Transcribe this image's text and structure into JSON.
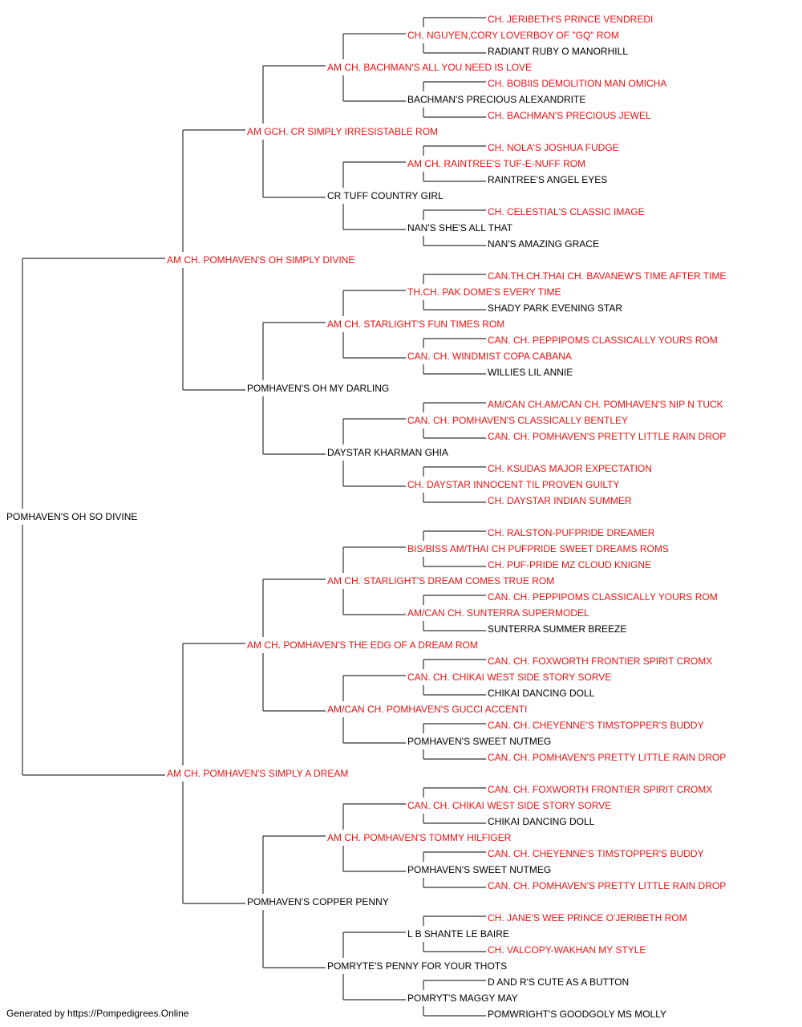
{
  "colors": {
    "champion": "#ee1111",
    "normal": "#000000",
    "line": "#333333"
  },
  "footer": "Generated by https://Pompedigrees.Online",
  "tree": {
    "name": "POMHAVEN'S OH SO DIVINE",
    "champion": false,
    "sire": {
      "name": "AM CH. POMHAVEN'S OH SIMPLY DIVINE",
      "champion": true,
      "sire": {
        "name": "AM GCH. CR SIMPLY IRRESISTABLE ROM",
        "champion": true,
        "sire": {
          "name": "AM CH. BACHMAN'S ALL YOU NEED IS LOVE",
          "champion": true,
          "sire": {
            "name": "CH. NGUYEN,CORY LOVERBOY OF \"GQ\" ROM",
            "champion": true,
            "sire": {
              "name": "CH. JERIBETH'S PRINCE VENDREDI",
              "champion": true
            },
            "dam": {
              "name": "RADIANT RUBY O MANORHILL",
              "champion": false
            }
          },
          "dam": {
            "name": "BACHMAN'S PRECIOUS ALEXANDRITE",
            "champion": false,
            "sire": {
              "name": "CH. BOBIIS DEMOLITION MAN OMICHA",
              "champion": true
            },
            "dam": {
              "name": "CH. BACHMAN'S PRECIOUS JEWEL",
              "champion": true
            }
          }
        },
        "dam": {
          "name": "CR TUFF COUNTRY GIRL",
          "champion": false,
          "sire": {
            "name": "AM CH. RAINTREE'S TUF-E-NUFF ROM",
            "champion": true,
            "sire": {
              "name": "CH. NOLA'S JOSHUA FUDGE",
              "champion": true
            },
            "dam": {
              "name": "RAINTREE'S ANGEL EYES",
              "champion": false
            }
          },
          "dam": {
            "name": "NAN'S SHE'S ALL THAT",
            "champion": false,
            "sire": {
              "name": "CH. CELESTIAL'S CLASSIC IMAGE",
              "champion": true
            },
            "dam": {
              "name": "NAN'S AMAZING GRACE",
              "champion": false
            }
          }
        }
      },
      "dam": {
        "name": "POMHAVEN'S OH MY DARLING",
        "champion": false,
        "sire": {
          "name": "AM CH. STARLIGHT'S FUN TIMES ROM",
          "champion": true,
          "sire": {
            "name": "TH.CH. PAK DOME'S EVERY TIME",
            "champion": true,
            "sire": {
              "name": "CAN.TH.CH.THAI CH. BAVANEW'S TIME AFTER TIME",
              "champion": true
            },
            "dam": {
              "name": "SHADY PARK EVENING STAR",
              "champion": false
            }
          },
          "dam": {
            "name": "CAN. CH. WINDMIST COPA CABANA",
            "champion": true,
            "sire": {
              "name": "CAN. CH. PEPPIPOMS CLASSICALLY YOURS ROM",
              "champion": true
            },
            "dam": {
              "name": "WILLIES LIL ANNIE",
              "champion": false
            }
          }
        },
        "dam": {
          "name": "DAYSTAR KHARMAN GHIA",
          "champion": false,
          "sire": {
            "name": "CAN. CH. POMHAVEN'S CLASSICALLY BENTLEY",
            "champion": true,
            "sire": {
              "name": "AM/CAN CH.AM/CAN CH. POMHAVEN'S NIP N TUCK",
              "champion": true
            },
            "dam": {
              "name": "CAN. CH. POMHAVEN'S PRETTY LITTLE RAIN DROP",
              "champion": true
            }
          },
          "dam": {
            "name": "CH. DAYSTAR INNOCENT TIL PROVEN GUILTY",
            "champion": true,
            "sire": {
              "name": "CH. KSUDAS MAJOR EXPECTATION",
              "champion": true
            },
            "dam": {
              "name": "CH. DAYSTAR INDIAN SUMMER",
              "champion": true
            }
          }
        }
      }
    },
    "dam": {
      "name": "AM CH. POMHAVEN'S SIMPLY A DREAM",
      "champion": true,
      "sire": {
        "name": "AM CH. POMHAVEN'S THE EDG OF A DREAM ROM",
        "champion": true,
        "sire": {
          "name": "AM CH. STARLIGHT'S DREAM COMES TRUE ROM",
          "champion": true,
          "sire": {
            "name": "BIS/BISS AM/THAI CH PUFPRIDE SWEET DREAMS ROMS",
            "champion": true,
            "sire": {
              "name": "CH. RALSTON-PUFPRIDE DREAMER",
              "champion": true
            },
            "dam": {
              "name": "CH. PUF-PRIDE MZ CLOUD KNIGNE",
              "champion": true
            }
          },
          "dam": {
            "name": "AM/CAN CH. SUNTERRA SUPERMODEL",
            "champion": true,
            "sire": {
              "name": "CAN. CH. PEPPIPOMS CLASSICALLY YOURS ROM",
              "champion": true
            },
            "dam": {
              "name": "SUNTERRA SUMMER BREEZE",
              "champion": false
            }
          }
        },
        "dam": {
          "name": "AM/CAN CH. POMHAVEN'S GUCCI ACCENTI",
          "champion": true,
          "sire": {
            "name": "CAN. CH. CHIKAI WEST SIDE STORY SORVE",
            "champion": true,
            "sire": {
              "name": "CAN. CH. FOXWORTH FRONTIER SPIRIT CROMX",
              "champion": true
            },
            "dam": {
              "name": "CHIKAI DANCING DOLL",
              "champion": false
            }
          },
          "dam": {
            "name": "POMHAVEN'S SWEET NUTMEG",
            "champion": false,
            "sire": {
              "name": "CAN. CH. CHEYENNE'S TIMSTOPPER'S BUDDY",
              "champion": true
            },
            "dam": {
              "name": "CAN. CH. POMHAVEN'S PRETTY LITTLE RAIN DROP",
              "champion": true
            }
          }
        }
      },
      "dam": {
        "name": "POMHAVEN'S COPPER PENNY",
        "champion": false,
        "sire": {
          "name": "AM CH. POMHAVEN'S TOMMY HILFIGER",
          "champion": true,
          "sire": {
            "name": "CAN. CH. CHIKAI WEST SIDE STORY SORVE",
            "champion": true,
            "sire": {
              "name": "CAN. CH. FOXWORTH FRONTIER SPIRIT CROMX",
              "champion": true
            },
            "dam": {
              "name": "CHIKAI DANCING DOLL",
              "champion": false
            }
          },
          "dam": {
            "name": "POMHAVEN'S SWEET NUTMEG",
            "champion": false,
            "sire": {
              "name": "CAN. CH. CHEYENNE'S TIMSTOPPER'S BUDDY",
              "champion": true
            },
            "dam": {
              "name": "CAN. CH. POMHAVEN'S PRETTY LITTLE RAIN DROP",
              "champion": true
            }
          }
        },
        "dam": {
          "name": "POMRYTE'S PENNY FOR YOUR THOTS",
          "champion": false,
          "sire": {
            "name": "L B SHANTE LE BAIRE",
            "champion": false,
            "sire": {
              "name": "CH. JANE'S WEE PRINCE O'JERIBETH ROM",
              "champion": true
            },
            "dam": {
              "name": "CH. VALCOPY-WAKHAN MY STYLE",
              "champion": true
            }
          },
          "dam": {
            "name": "POMRYT'S MAGGY MAY",
            "champion": false,
            "sire": {
              "name": "D AND R'S CUTE AS A BUTTON",
              "champion": false
            },
            "dam": {
              "name": "POMWRIGHT'S GOODGOLY MS MOLLY",
              "champion": false
            }
          }
        }
      }
    }
  }
}
